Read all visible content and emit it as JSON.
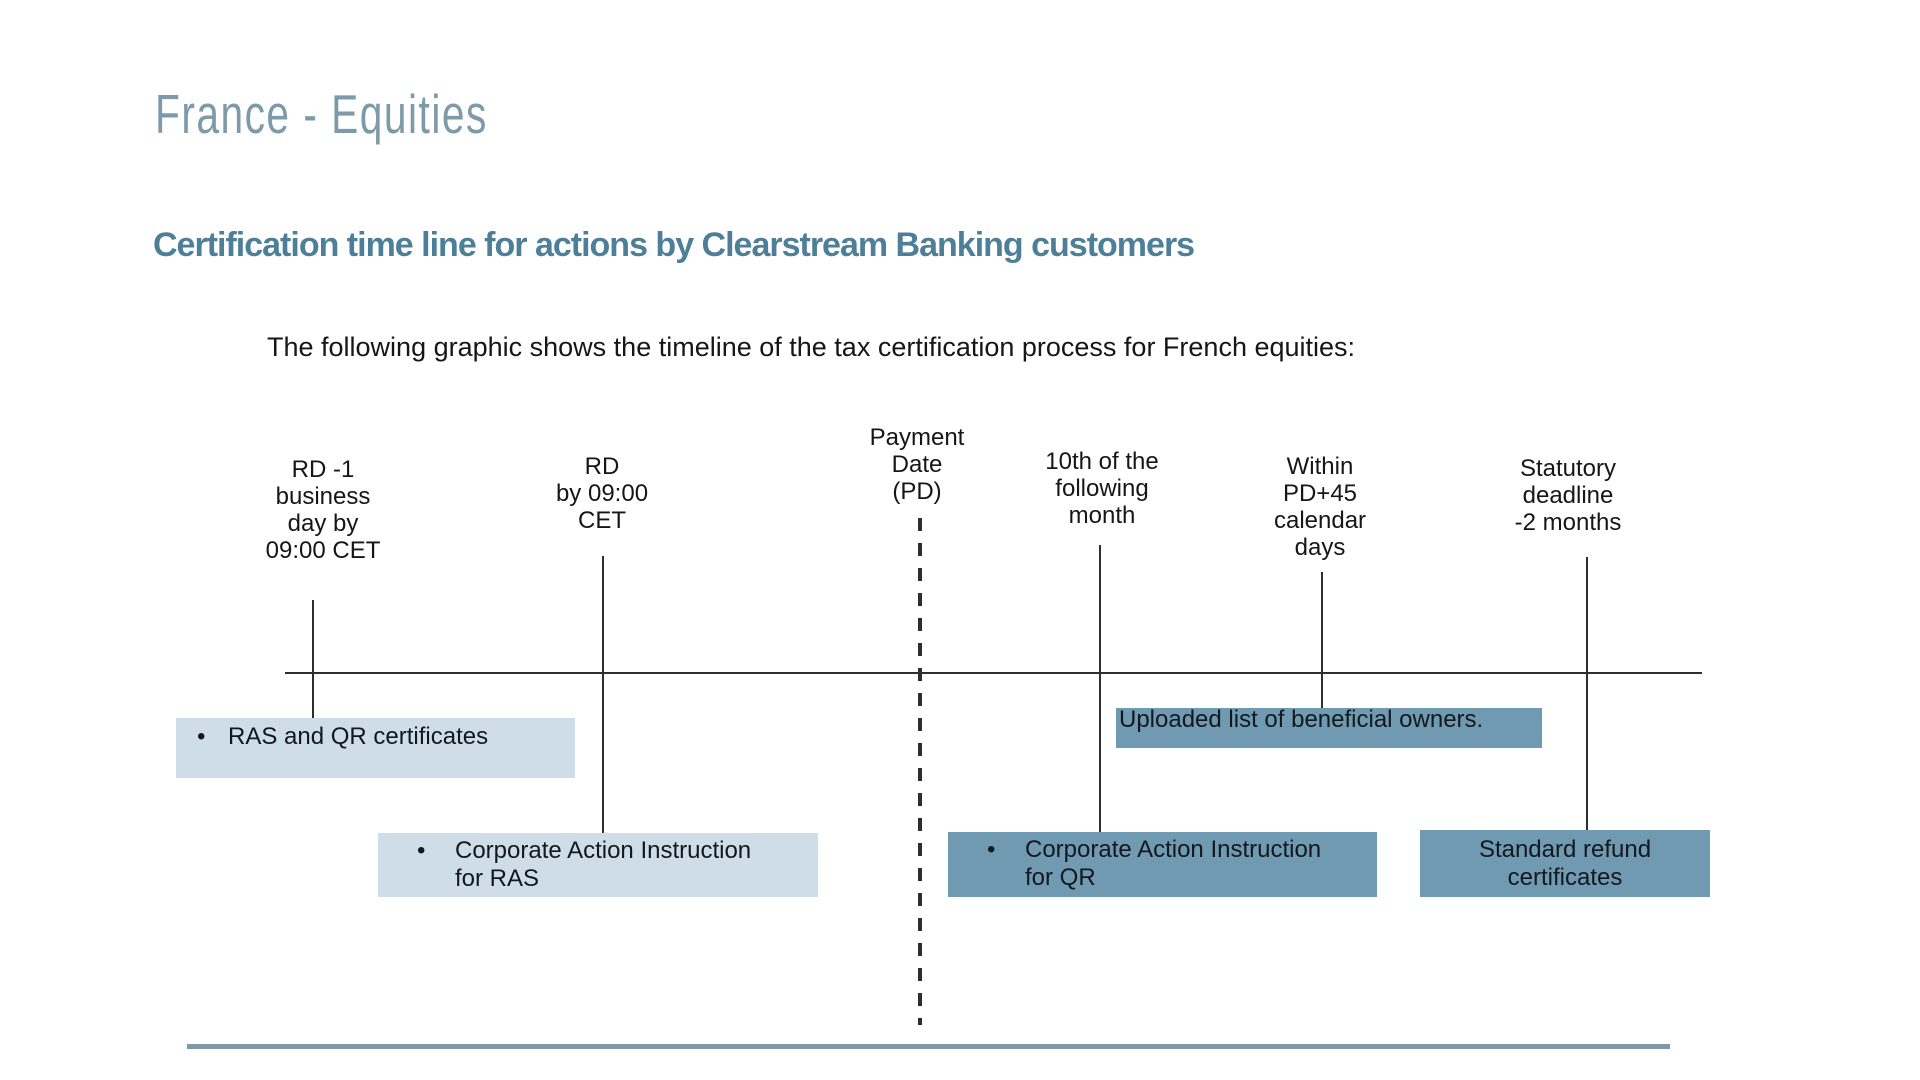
{
  "page": {
    "title": "France - Equities",
    "section_heading": "Certification time line for actions by Clearstream Banking customers",
    "intro": "The following graphic shows the timeline of the tax certification process for French equities:"
  },
  "colors": {
    "title": "#7d9aa9",
    "heading": "#4d7f99",
    "text": "#161616",
    "line": "#2e2e2e",
    "box_light": "#cfdde8",
    "box_dark": "#6f9ab1",
    "bottom_rule": "#7e99a8"
  },
  "timeline": {
    "milestones": [
      {
        "id": "rd-minus-1",
        "label": "RD -1\nbusiness\nday by\n09:00 CET"
      },
      {
        "id": "rd",
        "label": "RD\nby 09:00\nCET"
      },
      {
        "id": "payment-date",
        "label": "Payment\nDate\n(PD)"
      },
      {
        "id": "tenth-following-month",
        "label": "10th of the\nfollowing\nmonth"
      },
      {
        "id": "pd-plus-45",
        "label": "Within\nPD+45\ncalendar\ndays"
      },
      {
        "id": "statutory-deadline",
        "label": "Statutory\ndeadline\n-2 months"
      }
    ],
    "events": [
      {
        "id": "ras-qr-certificates",
        "bullet": "•",
        "text": "RAS and QR certificates",
        "style": "light"
      },
      {
        "id": "cai-ras",
        "bullet": "•",
        "text": "Corporate Action Instruction\nfor RAS",
        "style": "light"
      },
      {
        "id": "uploaded-list",
        "text": "Uploaded list of beneficial owners.",
        "style": "dark"
      },
      {
        "id": "cai-qr",
        "bullet": "•",
        "text": "Corporate Action Instruction\nfor QR",
        "style": "dark"
      },
      {
        "id": "standard-refund",
        "text": "Standard refund\ncertificates",
        "style": "dark"
      }
    ]
  }
}
